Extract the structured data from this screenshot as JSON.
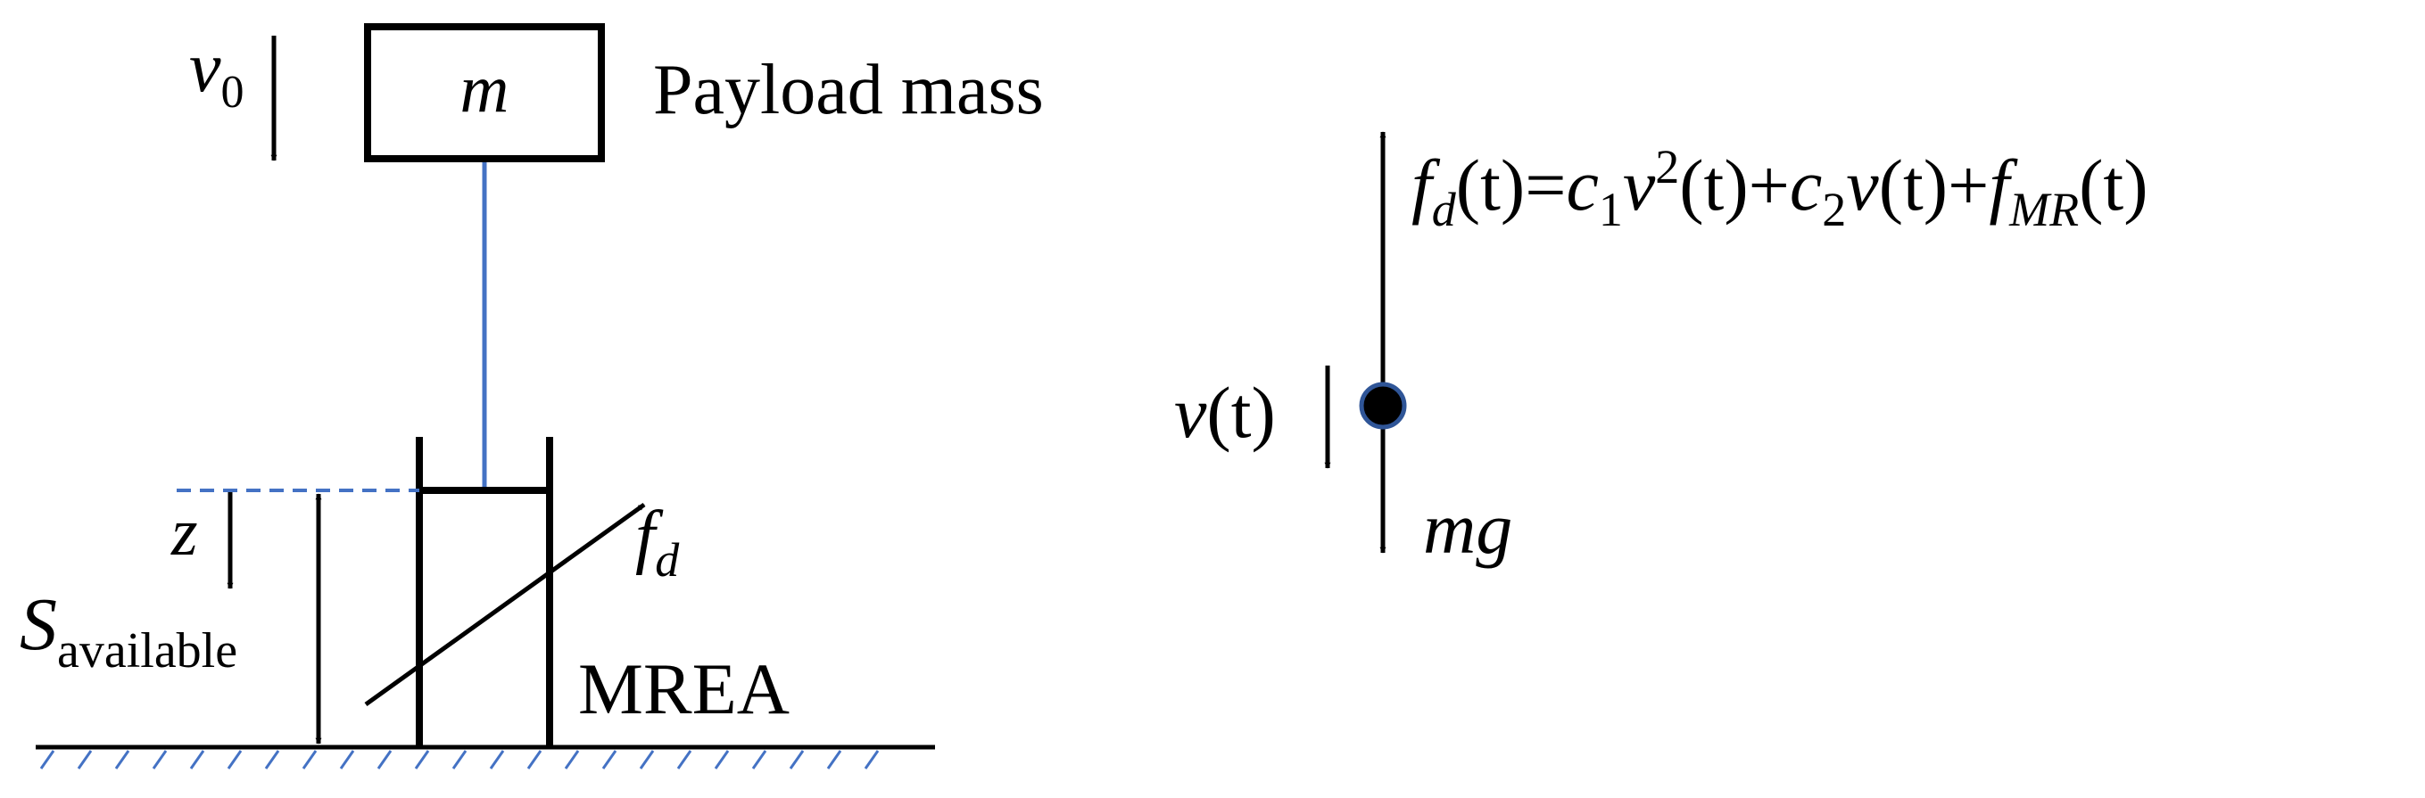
{
  "colors": {
    "line": "#000000",
    "accent": "#4472c4",
    "background": "#ffffff"
  },
  "left": {
    "mass_label": "m",
    "payload_label": "Payload mass",
    "v0": {
      "base": "v",
      "sub": "0"
    },
    "z_label": "z",
    "s_available": {
      "base": "S",
      "sub": "available"
    },
    "fd": {
      "base": "f",
      "sub": "d"
    },
    "mrea_label": "MREA"
  },
  "right": {
    "equation": {
      "fd_base": "f",
      "fd_sub": "d",
      "t1": "(t)=",
      "c1_base": "c",
      "c1_sub": "1",
      "v1": "v",
      "sq": "2",
      "t2": "(t)+",
      "c2_base": "c",
      "c2_sub": "2",
      "v2": "v",
      "t3": "(t)+",
      "fmr_base": "f",
      "fmr_sub": "MR",
      "t4": "(t)"
    },
    "velocity": {
      "v": "v",
      "t": "(t)"
    },
    "weight_label": "mg"
  }
}
